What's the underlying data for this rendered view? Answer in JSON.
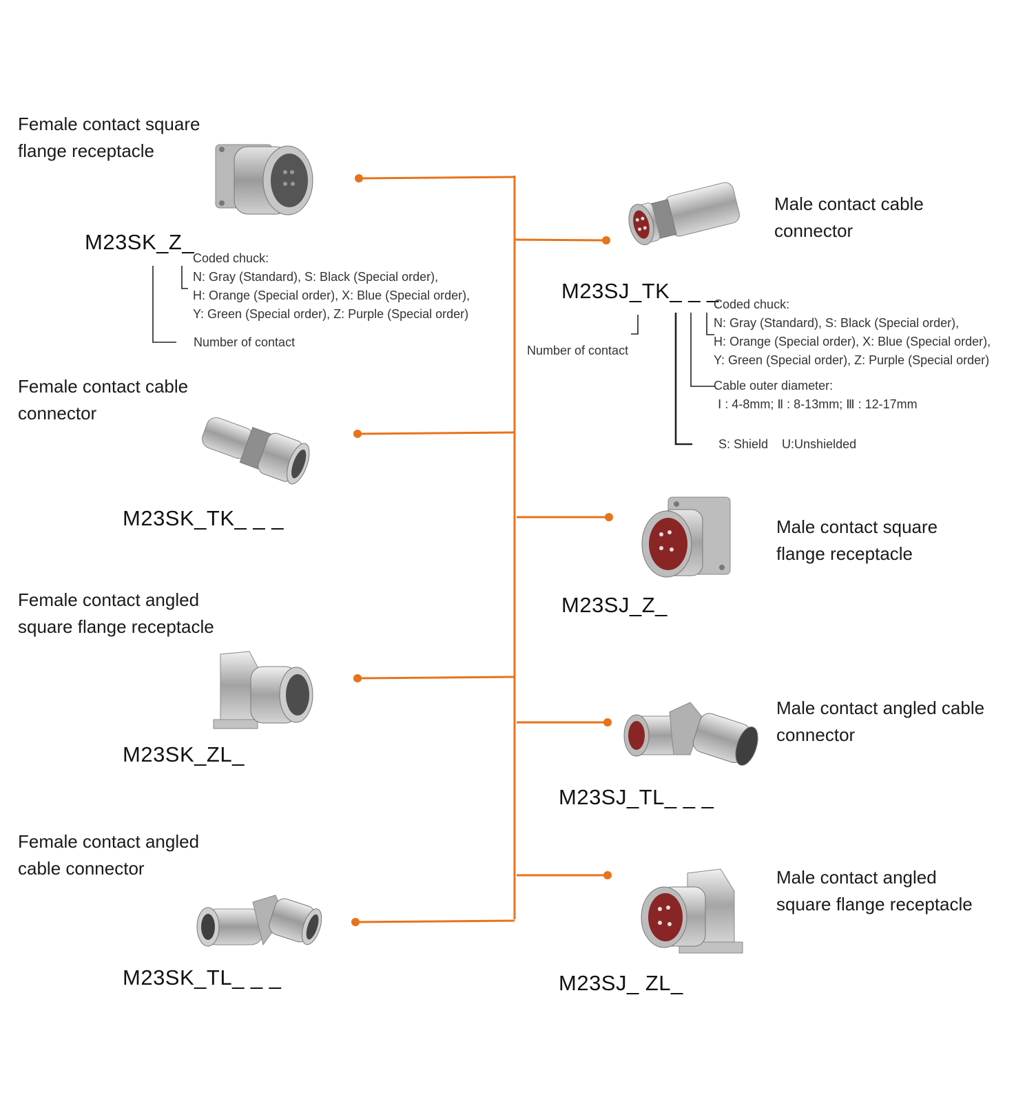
{
  "colors": {
    "accent": "#e8731a",
    "metal": "#b8b8b8",
    "pin": "#9b2a2a"
  },
  "female": {
    "square_flange": {
      "title": [
        "Female contact square",
        "flange receptacle"
      ],
      "code": "M23SK_Z_",
      "coded_chuck": {
        "label": "Coded chuck:",
        "lines": [
          "N: Gray (Standard), S: Black (Special order),",
          "H: Orange (Special order), X: Blue (Special order),",
          "Y: Green (Special order), Z: Purple (Special order)"
        ]
      },
      "contact_label": "Number of contact"
    },
    "cable": {
      "title": [
        "Female contact cable",
        "connector"
      ],
      "code": "M23SK_TK_ _ _"
    },
    "angled_flange": {
      "title": [
        "Female contact angled",
        "square flange receptacle"
      ],
      "code": "M23SK_ZL_"
    },
    "angled_cable": {
      "title": [
        "Female contact angled",
        "cable connector"
      ],
      "code": "M23SK_TL_ _ _"
    }
  },
  "male": {
    "cable": {
      "title": [
        "Male contact cable",
        "connector"
      ],
      "code": "M23SJ_TK_ _ _",
      "coded_chuck": {
        "label": "Coded chuck:",
        "lines": [
          "N: Gray (Standard), S: Black (Special order),",
          "H: Orange (Special order), X: Blue (Special order),",
          "Y: Green (Special order), Z: Purple (Special order)"
        ]
      },
      "contact_label": "Number of contact",
      "diameter": {
        "label": "Cable outer diameter:",
        "value": "Ⅰ : 4-8mm; Ⅱ : 8-13mm; Ⅲ : 12-17mm"
      },
      "shield": "S: Shield    U:Unshielded"
    },
    "square_flange": {
      "title": [
        "Male contact square",
        "flange receptacle"
      ],
      "code": "M23SJ_Z_"
    },
    "angled_cable": {
      "title": [
        "Male contact angled cable",
        "connector"
      ],
      "code": "M23SJ_TL_ _ _"
    },
    "angled_flange": {
      "title": [
        "Male contact angled",
        "square flange receptacle"
      ],
      "code": "M23SJ_ ZL_"
    }
  }
}
